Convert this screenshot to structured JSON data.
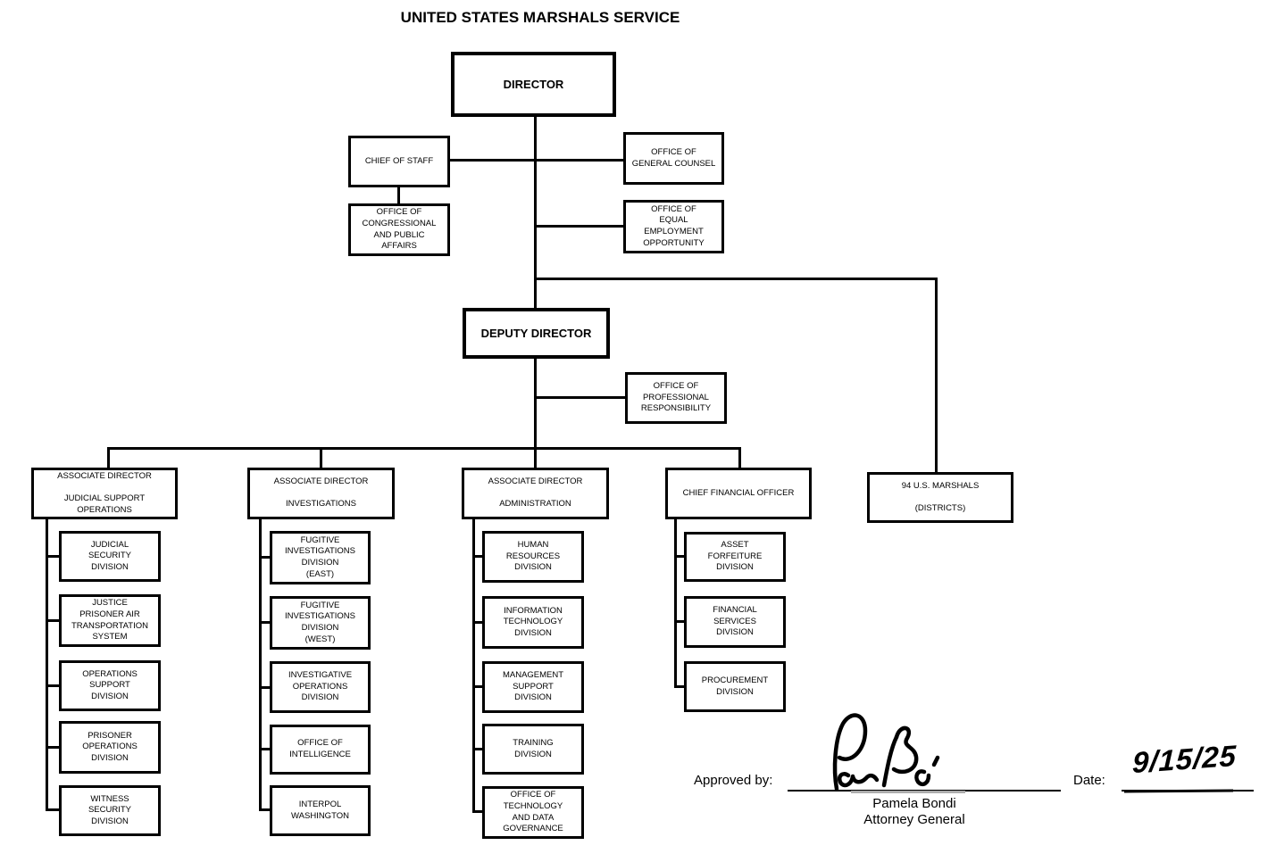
{
  "title": "UNITED STATES MARSHALS SERVICE",
  "nodes": {
    "director": "DIRECTOR",
    "chief_of_staff": "CHIEF OF STAFF",
    "general_counsel": "OFFICE OF\nGENERAL COUNSEL",
    "congressional_public_affairs": "OFFICE OF\nCONGRESSIONAL\nAND PUBLIC\nAFFAIRS",
    "equal_employment_opportunity": "OFFICE OF\nEQUAL\nEMPLOYMENT\nOPPORTUNITY",
    "deputy_director": "DEPUTY DIRECTOR",
    "professional_responsibility": "OFFICE OF\nPROFESSIONAL\nRESPONSIBILITY",
    "ad_judicial_support": "ASSOCIATE DIRECTOR\n\nJUDICIAL SUPPORT\nOPERATIONS",
    "ad_investigations": "ASSOCIATE DIRECTOR\n\nINVESTIGATIONS",
    "ad_administration": "ASSOCIATE DIRECTOR\n\nADMINISTRATION",
    "chief_financial_officer": "CHIEF FINANCIAL OFFICER",
    "us_marshals": "94 U.S. MARSHALS\n\n(DISTRICTS)",
    "judicial_security": "JUDICIAL\nSECURITY\nDIVISION",
    "jpats": "JUSTICE\nPRISONER AIR\nTRANSPORTATION\nSYSTEM",
    "operations_support": "OPERATIONS\nSUPPORT\nDIVISION",
    "prisoner_operations": "PRISONER\nOPERATIONS\nDIVISION",
    "witness_security": "WITNESS\nSECURITY\nDIVISION",
    "fugitive_east": "FUGITIVE\nINVESTIGATIONS\nDIVISION\n(EAST)",
    "fugitive_west": "FUGITIVE\nINVESTIGATIONS\nDIVISION\n(WEST)",
    "investigative_operations": "INVESTIGATIVE\nOPERATIONS\nDIVISION",
    "office_of_intelligence": "OFFICE OF\nINTELLIGENCE",
    "interpol_washington": "INTERPOL\nWASHINGTON",
    "human_resources": "HUMAN\nRESOURCES\nDIVISION",
    "information_technology": "INFORMATION\nTECHNOLOGY\nDIVISION",
    "management_support": "MANAGEMENT\nSUPPORT\nDIVISION",
    "training": "TRAINING\nDIVISION",
    "technology_data_governance": "OFFICE OF\nTECHNOLOGY\nAND DATA\nGOVERNANCE",
    "asset_forfeiture": "ASSET\nFORFEITURE\nDIVISION",
    "financial_services": "FINANCIAL\nSERVICES\nDIVISION",
    "procurement": "PROCUREMENT\nDIVISION"
  },
  "approval": {
    "approved_by_label": "Approved by:",
    "signature_icon": "handwritten-signature",
    "signer_name": "Pamela Bondi",
    "signer_title": "Attorney General",
    "date_label": "Date:",
    "date_value": "9/15/25"
  },
  "colors": {
    "line": "#000000",
    "background": "#ffffff",
    "text": "#000000"
  }
}
